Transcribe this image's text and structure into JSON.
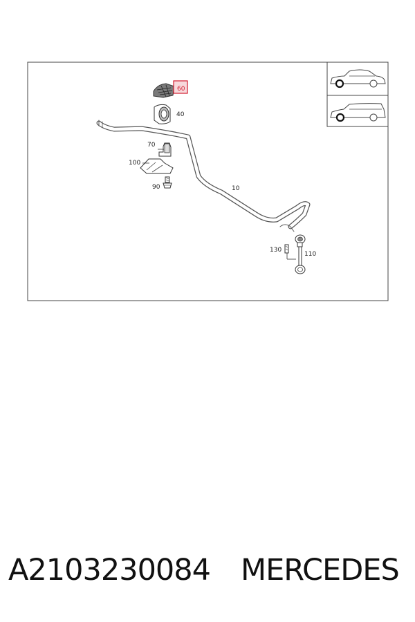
{
  "diagram": {
    "highlight_color": "#d21b2e",
    "callouts": {
      "c60": "60",
      "c40": "40",
      "c70": "70",
      "c100": "100",
      "c90": "90",
      "c10": "10",
      "c130": "130",
      "c110": "110"
    },
    "vehicle_icons": [
      "sedan-icon",
      "estate-icon"
    ]
  },
  "caption": {
    "part_number": "A2103230084",
    "brand": "MERCEDES"
  }
}
